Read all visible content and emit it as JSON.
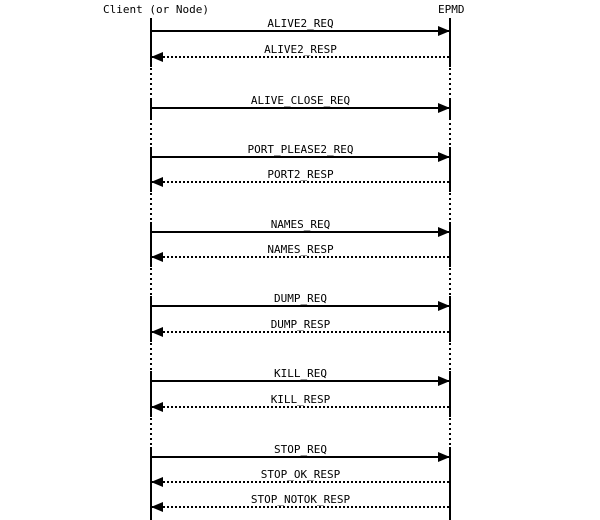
{
  "participants": [
    {
      "label": "Client (or Node)",
      "role": "client"
    },
    {
      "label": "EPMD",
      "role": "daemon"
    }
  ],
  "messages": [
    {
      "label": "ALIVE2_REQ",
      "direction": "right",
      "line": "solid"
    },
    {
      "label": "ALIVE2_RESP",
      "direction": "left",
      "line": "dotted"
    },
    {
      "label": "ALIVE_CLOSE_REQ",
      "direction": "right",
      "line": "solid"
    },
    {
      "label": "PORT_PLEASE2_REQ",
      "direction": "right",
      "line": "solid"
    },
    {
      "label": "PORT2_RESP",
      "direction": "left",
      "line": "dotted"
    },
    {
      "label": "NAMES_REQ",
      "direction": "right",
      "line": "solid"
    },
    {
      "label": "NAMES_RESP",
      "direction": "left",
      "line": "dotted"
    },
    {
      "label": "DUMP_REQ",
      "direction": "right",
      "line": "solid"
    },
    {
      "label": "DUMP_RESP",
      "direction": "left",
      "line": "dotted"
    },
    {
      "label": "KILL_REQ",
      "direction": "right",
      "line": "solid"
    },
    {
      "label": "KILL_RESP",
      "direction": "left",
      "line": "dotted"
    },
    {
      "label": "STOP_REQ",
      "direction": "right",
      "line": "solid"
    },
    {
      "label": "STOP_OK_RESP",
      "direction": "left",
      "line": "dotted"
    },
    {
      "label": "STOP_NOTOK_RESP",
      "direction": "left",
      "line": "dotted"
    }
  ],
  "colors": {
    "foreground": "#000000",
    "background": "#ffffff"
  }
}
